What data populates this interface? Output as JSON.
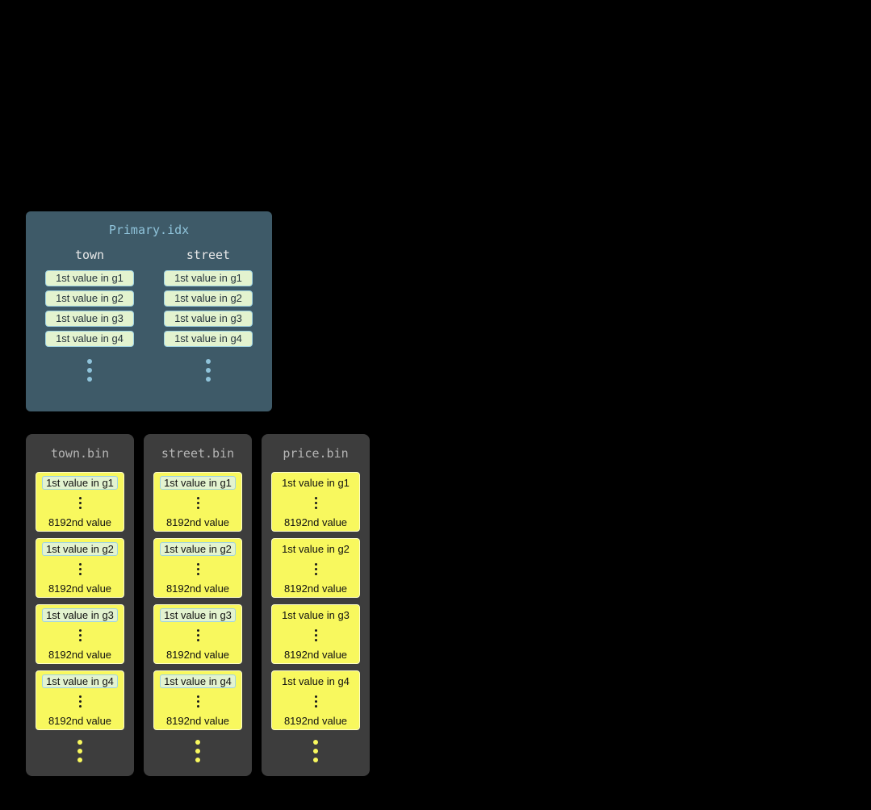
{
  "primary_index": {
    "title": "Primary.idx",
    "columns": [
      {
        "name": "town",
        "entries": [
          "1st value in g1",
          "1st value in g2",
          "1st value in g3",
          "1st value in g4"
        ]
      },
      {
        "name": "street",
        "entries": [
          "1st value in g1",
          "1st value in g2",
          "1st value in g3",
          "1st value in g4"
        ]
      }
    ]
  },
  "bin_files": [
    {
      "title": "town.bin",
      "granules": [
        {
          "first": "1st value in g1",
          "last": "8192nd value"
        },
        {
          "first": "1st value in g2",
          "last": "8192nd value"
        },
        {
          "first": "1st value in g3",
          "last": "8192nd value"
        },
        {
          "first": "1st value in g4",
          "last": "8192nd value"
        }
      ]
    },
    {
      "title": "street.bin",
      "granules": [
        {
          "first": "1st value in g1",
          "last": "8192nd value"
        },
        {
          "first": "1st value in g2",
          "last": "8192nd value"
        },
        {
          "first": "1st value in g3",
          "last": "8192nd value"
        },
        {
          "first": "1st value in g4",
          "last": "8192nd value"
        }
      ]
    },
    {
      "title": "price.bin",
      "granules": [
        {
          "first": "1st value in g1",
          "last": "8192nd value"
        },
        {
          "first": "1st value in g2",
          "last": "8192nd value"
        },
        {
          "first": "1st value in g3",
          "last": "8192nd value"
        },
        {
          "first": "1st value in g4",
          "last": "8192nd value"
        }
      ]
    }
  ],
  "colors": {
    "background": "#000000",
    "primary_panel_bg": "#3e5a68",
    "primary_title_text": "#8fc3da",
    "column_header_text": "#e8e8e8",
    "mark_bg": "#e3f3cf",
    "mark_border": "#9fd3e2",
    "mark_text": "#24333c",
    "bin_panel_bg": "#3d3d3d",
    "bin_title_text": "#b5b5b5",
    "granule_bg": "#f8f85e",
    "granule_text": "#111111",
    "granule_border": "#fdfdc8",
    "dot_blue": "#8fc3da",
    "dot_yellow": "#f8f85e",
    "dot_dark": "#1a1a1a"
  }
}
